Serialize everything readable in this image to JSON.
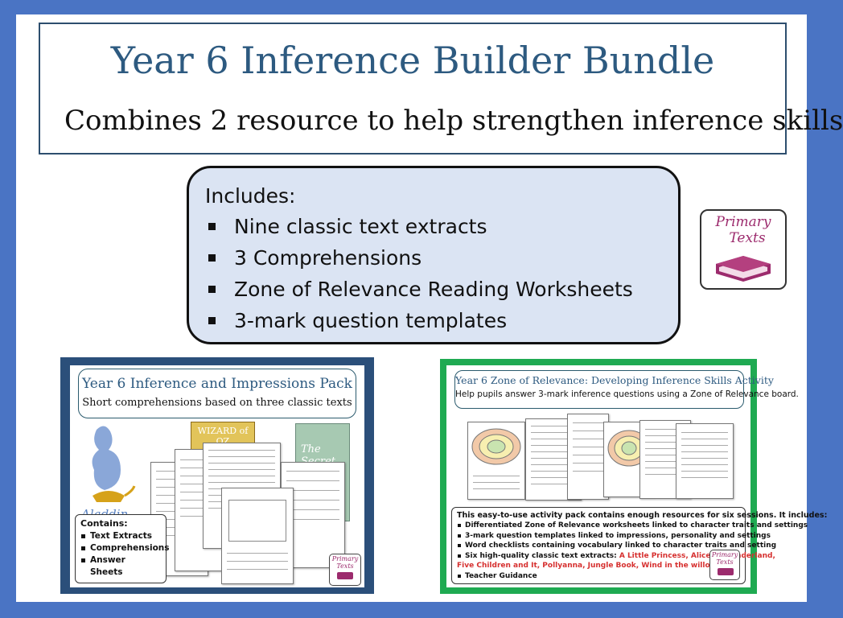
{
  "header": {
    "title": "Year 6 Inference Builder Bundle",
    "subtitle": "Combines 2 resource to help strengthen inference skills"
  },
  "includes": {
    "heading": "Includes:",
    "items": [
      "Nine classic text extracts",
      "3 Comprehensions",
      "Zone of Relevance Reading Worksheets",
      "3-mark question templates"
    ]
  },
  "logo": {
    "line1": "Primary",
    "line2": "Texts"
  },
  "product1": {
    "title": "Year 6 Inference and Impressions Pack",
    "subtitle": "Short comprehensions based on three classic texts",
    "covers": [
      "Aladdin",
      "WIZARD of OZ",
      "The Secret Garden"
    ],
    "contains_heading": "Contains:",
    "contains_items": [
      "Text Extracts",
      "Comprehensions",
      "Answer Sheets"
    ],
    "logo_line1": "Primary",
    "logo_line2": "Texts"
  },
  "product2": {
    "title": "Year 6 Zone of Relevance: Developing Inference Skills Activity",
    "subtitle": "Help pupils answer 3-mark inference questions using a Zone of Relevance board.",
    "intro": "This easy-to-use activity pack contains enough resources for six sessions. It includes:",
    "items": [
      "Differentiated Zone of Relevance worksheets linked to character traits and settings",
      "3-mark question templates linked to impressions, personality and settings",
      "Word checklists containing vocabulary linked to character traits and setting"
    ],
    "extracts_label": "Six high-quality classic text extracts: ",
    "extracts_red_1": "A Little Princess, Alice in Wonderland,",
    "extracts_red_2": "Five Children and It, Pollyanna, Jungle Book, Wind in the willows",
    "last_item": "Teacher Guidance",
    "logo_line1": "Primary",
    "logo_line2": "Texts"
  },
  "colors": {
    "background": "#4a74c4",
    "title_blue": "#2d5a80",
    "includes_fill": "#dbe4f3",
    "logo_magenta": "#9c2b6d",
    "product1_frame": "#2b4f7a",
    "product2_frame": "#1faa52",
    "highlight_red": "#d6302f"
  }
}
